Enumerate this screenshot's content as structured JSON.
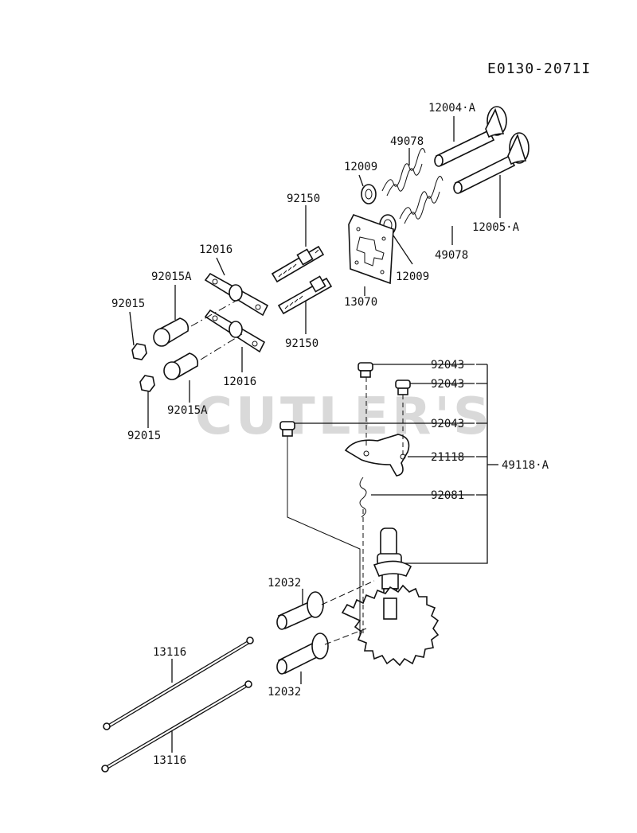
{
  "diagram_code": "E0130-2071I",
  "watermark": "CUTLER'S",
  "labels": {
    "p12004A": "12004·A",
    "p49078a": "49078",
    "p12009a": "12009",
    "p92150a": "92150",
    "p12005A": "12005·A",
    "p49078b": "49078",
    "p12016a": "12016",
    "p12009b": "12009",
    "p92015Aa": "92015A",
    "p13070": "13070",
    "p92015a": "92015",
    "p92150b": "92150",
    "p12016b": "12016",
    "p92043a": "92043",
    "p92043b": "92043",
    "p92015Ab": "92015A",
    "p92015b": "92015",
    "p92043c": "92043",
    "p21118": "21118",
    "p49118A": "49118·A",
    "p92081": "92081",
    "p12032a": "12032",
    "p12032b": "12032",
    "p13116a": "13116",
    "p13116b": "13116"
  }
}
